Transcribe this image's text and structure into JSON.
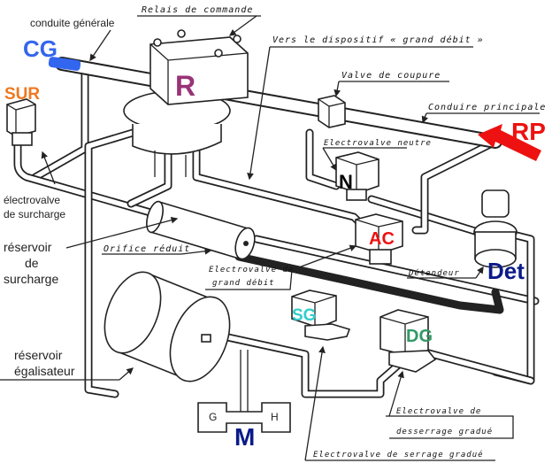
{
  "diagram": {
    "title": "Pneumatic brake control system schematic",
    "acronyms": {
      "CG": {
        "text": "CG",
        "color": "#3366ee"
      },
      "SUR": {
        "text": "SUR",
        "color": "#f07820"
      },
      "R": {
        "text": "R",
        "color": "#993377"
      },
      "RP": {
        "text": "RP",
        "color": "#ee1111"
      },
      "N": {
        "text": "N",
        "color": "#000000"
      },
      "AC": {
        "text": "AC",
        "color": "#ee1111"
      },
      "Det": {
        "text": "Det",
        "color": "#0a1a8a"
      },
      "SG": {
        "text": "SG",
        "color": "#33cccc"
      },
      "DG": {
        "text": "DG",
        "color": "#339966"
      },
      "M": {
        "text": "M",
        "color": "#0a1a8a"
      }
    },
    "labels": {
      "relais": "Relais de commande",
      "conduite_generale": "conduite générale",
      "vers_dispositif": "Vers le dispositif « grand débit »",
      "valve_coupure": "Valve de coupure",
      "conduite_principale": "Conduire principale",
      "electrovalve_neutre": "Electrovalve neutre",
      "electrovalve_surcharge_1": "électrovalve",
      "electrovalve_surcharge_2": "de surcharge",
      "reservoir_surcharge_1": "réservoir",
      "reservoir_surcharge_2": "de",
      "reservoir_surcharge_3": "surcharge",
      "orifice_reduit": "Orifice réduit",
      "grand_debit_1": "Electrovalve de",
      "grand_debit_2": "grand débit",
      "detendeur": "Détendeur",
      "reservoir_egal_1": "réservoir",
      "reservoir_egal_2": "égalisateur",
      "desserrage_1": "Electrovalve de",
      "desserrage_2": "desserrage gradué",
      "serrage": "Electrovalve de serrage gradué",
      "manometer_g": "G",
      "manometer_h": "H"
    }
  }
}
